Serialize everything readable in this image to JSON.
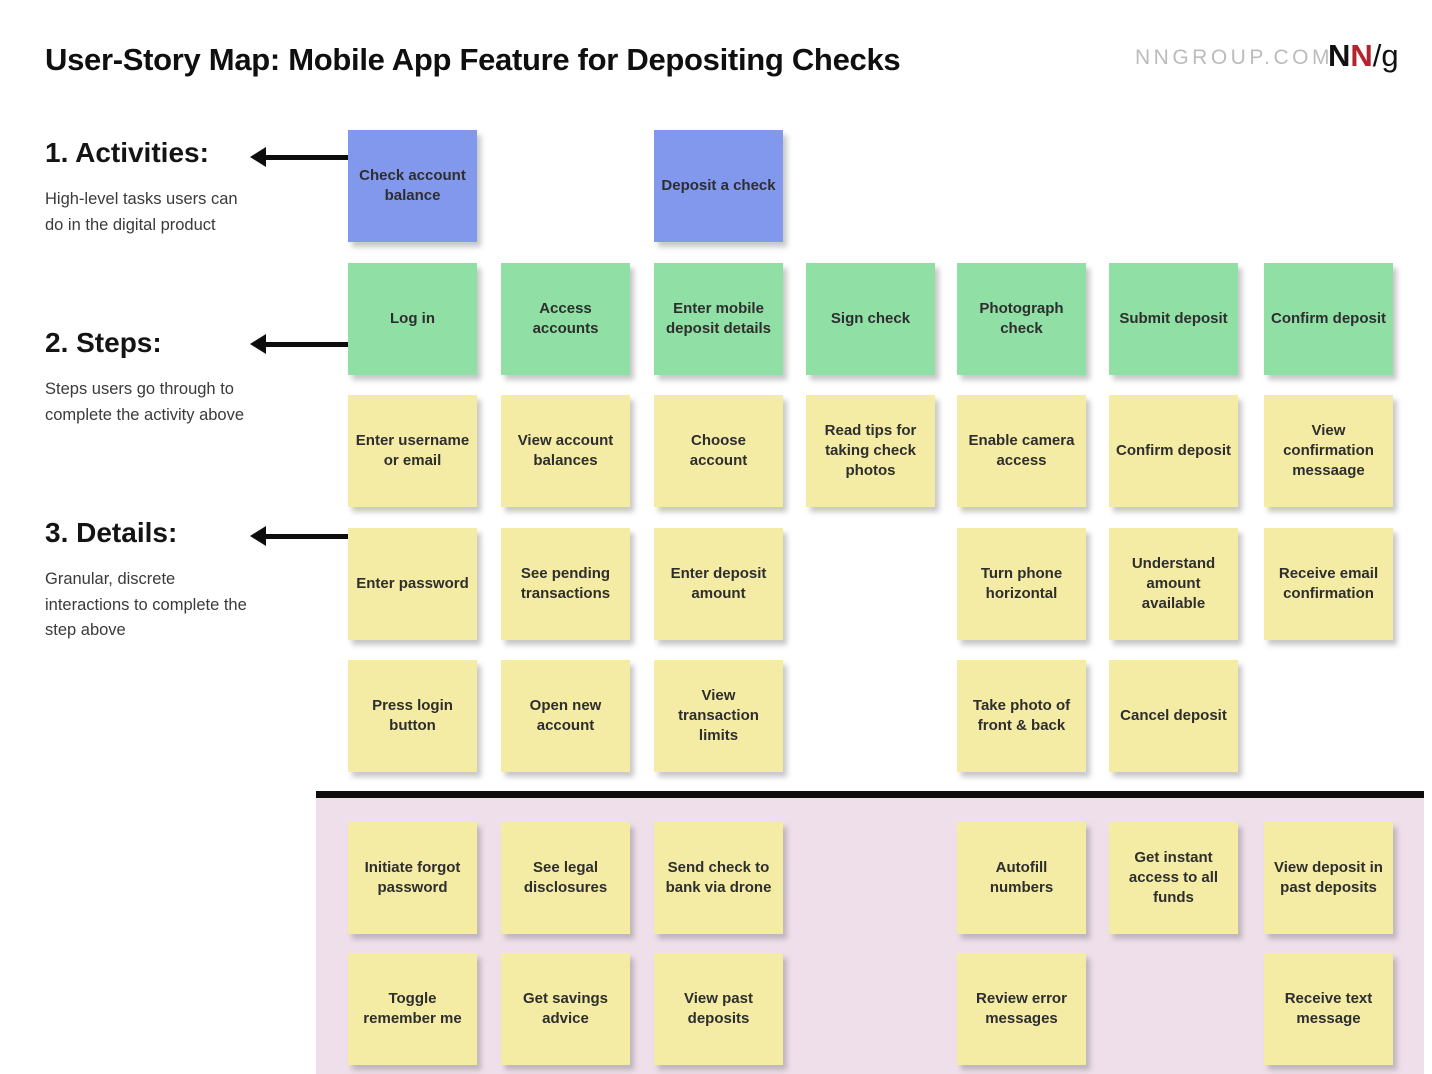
{
  "header": {
    "title": "User-Story Map: Mobile App Feature for Depositing Checks",
    "site": "NNGROUP.COM",
    "logo": {
      "n1": "N",
      "n2": "N",
      "slash_g": "/g"
    }
  },
  "legend": [
    {
      "label": "1. Activities:",
      "description": "High-level tasks users can do in the digital product"
    },
    {
      "label": "2. Steps:",
      "description": "Steps users go through to complete the activity above"
    },
    {
      "label": "3. Details:",
      "description": "Granular, discrete interactions to complete the step above"
    }
  ],
  "colors": {
    "activity": "#8198ed",
    "step": "#90dfa5",
    "detail": "#f4eca5",
    "release_band": "#efdfeb",
    "divider": "#0d0d0d",
    "note_text": "#2e2e2e"
  },
  "board": {
    "rows": [
      {
        "type": "activity",
        "section": "above-line",
        "notes": [
          "Check account balance",
          null,
          "Deposit a check",
          null,
          null,
          null,
          null
        ]
      },
      {
        "type": "step",
        "section": "above-line",
        "notes": [
          "Log in",
          "Access accounts",
          "Enter mobile deposit details",
          "Sign check",
          "Photograph check",
          "Submit deposit",
          "Confirm deposit"
        ]
      },
      {
        "type": "detail",
        "section": "above-line",
        "notes": [
          "Enter username or email",
          "View account balances",
          "Choose account",
          "Read tips for taking check photos",
          "Enable camera access",
          "Confirm deposit",
          "View confirmation messaage"
        ]
      },
      {
        "type": "detail",
        "section": "above-line",
        "notes": [
          "Enter password",
          "See pending transactions",
          "Enter deposit amount",
          null,
          "Turn phone horizontal",
          "Understand amount available",
          "Receive email confirmation"
        ]
      },
      {
        "type": "detail",
        "section": "above-line",
        "notes": [
          "Press login button",
          "Open new account",
          "View transaction limits",
          null,
          "Take photo of front & back",
          "Cancel deposit",
          null
        ]
      },
      {
        "type": "detail",
        "section": "below-line",
        "notes": [
          "Initiate forgot password",
          "See legal disclosures",
          "Send check to bank via drone",
          null,
          "Autofill numbers",
          "Get instant access to all funds",
          "View deposit in past deposits"
        ]
      },
      {
        "type": "detail",
        "section": "below-line",
        "notes": [
          "Toggle remember me",
          "Get savings advice",
          "View past deposits",
          null,
          "Review error messages",
          null,
          "Receive text message"
        ]
      }
    ]
  }
}
